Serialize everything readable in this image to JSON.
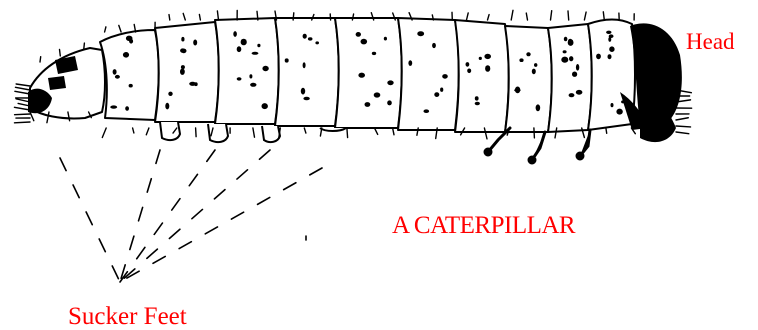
{
  "labels": {
    "head": "Head",
    "title": "A CATERPILLAR",
    "sucker_feet": "Sucker Feet"
  },
  "colors": {
    "label": "#ff0000",
    "ink": "#000000"
  }
}
